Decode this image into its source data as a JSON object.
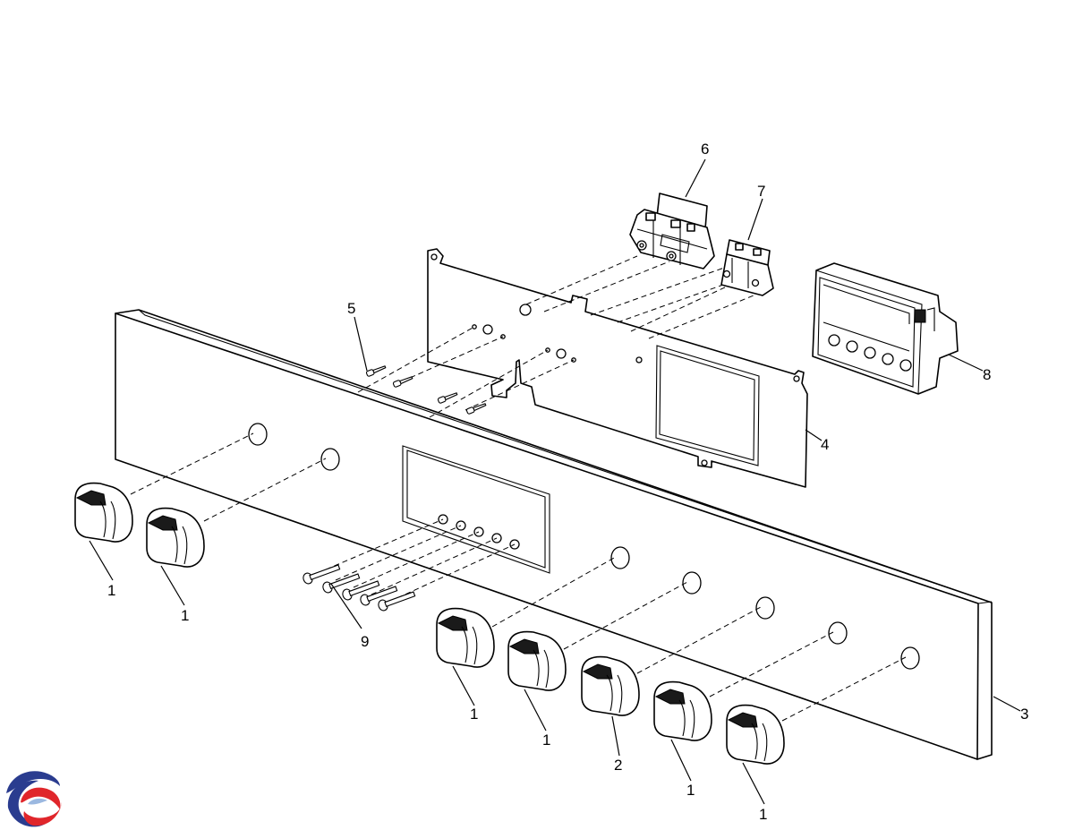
{
  "brand": {
    "logo_icon": "brand-swirl-logo-icon",
    "colors": {
      "blue": "#2a3c8f",
      "red": "#e0262b",
      "light_blue": "#9bb8e0"
    }
  },
  "callouts": [
    {
      "id": "knob-a",
      "label": "1"
    },
    {
      "id": "knob-b",
      "label": "1"
    },
    {
      "id": "knob-c",
      "label": "1"
    },
    {
      "id": "knob-d",
      "label": "1"
    },
    {
      "id": "knob-e",
      "label": "2"
    },
    {
      "id": "knob-f",
      "label": "1"
    },
    {
      "id": "knob-g",
      "label": "1"
    },
    {
      "id": "front-panel",
      "label": "3"
    },
    {
      "id": "mounting-bracket",
      "label": "4"
    },
    {
      "id": "screws",
      "label": "5"
    },
    {
      "id": "switch-block",
      "label": "6"
    },
    {
      "id": "small-switch",
      "label": "7"
    },
    {
      "id": "timer-module",
      "label": "8"
    },
    {
      "id": "push-buttons",
      "label": "9"
    }
  ]
}
